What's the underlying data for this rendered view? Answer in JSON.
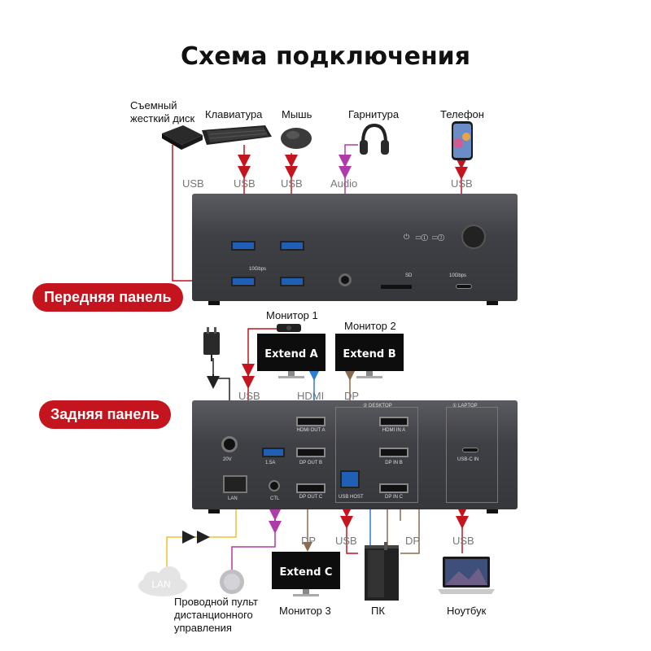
{
  "title": "Схема подключения",
  "panels": {
    "front": "Передняя панель",
    "back": "Задняя панель"
  },
  "front_devices": {
    "drive": [
      "Съемный",
      "жесткий диск"
    ],
    "keyboard": "Клавиатура",
    "mouse": "Мышь",
    "headset": "Гарнитура",
    "phone": "Телефон"
  },
  "front_connections": {
    "drive": "USB",
    "keyboard": "USB",
    "mouse": "USB",
    "headset": "Audio",
    "phone": "USB"
  },
  "front_ports": {
    "usb_speed": "10Gbps",
    "sd": "SD",
    "typec_speed": "10Gbps"
  },
  "back_devices": {
    "monitor1": "Монитор 1",
    "monitor2": "Монитор 2",
    "monitor3": "Монитор 3",
    "extend_a": "Extend A",
    "extend_b": "Extend B",
    "extend_c": "Extend C",
    "pc": "ПК",
    "laptop": "Ноутбук",
    "lan": "LAN",
    "remote": [
      "Проводной пульт",
      "дистанционного",
      "управления"
    ]
  },
  "back_connections": {
    "usb_top": "USB",
    "hdmi": "HDMI",
    "dp_top": "DP",
    "dp_c": "DP",
    "usb_pc": "USB",
    "dp_pc": "DP",
    "usb_laptop": "USB"
  },
  "back_ports": {
    "desktop": "② DESKTOP",
    "laptop": "① LAPTOP",
    "hdmi_out_a": "HDMI OUT A",
    "dp_out_b": "DP OUT B",
    "dp_out_c": "DP OUT C",
    "usb_host": "USB HOST",
    "hdmi_in_a": "HDMI IN A",
    "dp_in_b": "DP IN B",
    "dp_in_c": "DP IN C",
    "usbc_in": "USB-C IN",
    "power": "20V",
    "usb_amp": "1.5A",
    "lan": "LAN",
    "ctl": "CTL"
  },
  "colors": {
    "usb": "#c4141e",
    "audio": "#b03aa8",
    "hdmi": "#2b7fd4",
    "dp": "#8a6a4e",
    "lan": "#f0c030",
    "remote": "#b03aa8",
    "power": "#333333"
  },
  "icons": [
    "hard-drive-icon",
    "keyboard-icon",
    "mouse-icon",
    "headset-icon",
    "phone-icon",
    "monitor-icon",
    "pc-tower-icon",
    "laptop-icon",
    "cloud-icon",
    "remote-icon",
    "power-adapter-icon",
    "webcam-icon"
  ]
}
